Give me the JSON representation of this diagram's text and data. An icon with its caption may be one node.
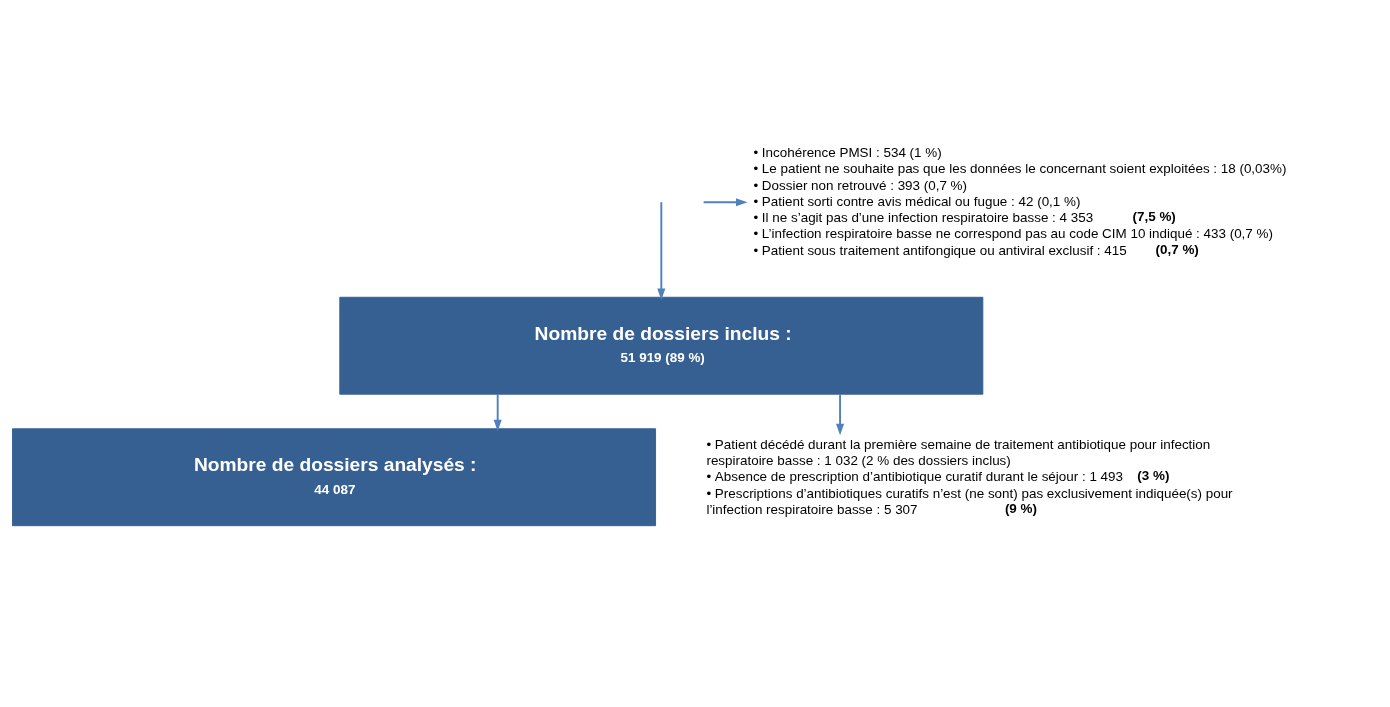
{
  "diagram": {
    "nodes": [
      {
        "text": [
          "Nombre de dossiers inclus :",
          "51 919 (89 %)"
        ]
      },
      {
        "text": [
          "Nombre de dossiers analysés :",
          "44 087"
        ]
      },
      {
        "text": [
          "• Incohérence PMSI : 534 (1 %)",
          "• Le patient ne souhaite pas que les données le concernant soient exploitées : 18 (0,03%)",
          "• Dossier non retrouvé : 393 (0,7 %)",
          "• Patient sorti contre avis médical ou fugue : 42 (0,1 %)",
          "• Il ne s’agit pas d’une infection respiratoire basse : 4 353 **(7,5 %)**",
          "• L’infection respiratoire basse ne correspond pas au code CIM 10 indiqué : 433 (0,7 %)",
          "• Patient sous traitement antifongique ou antiviral exclusif : 415 **(0,7 %)**"
        ]
      },
      {
        "text": [
          "• Patient décédé durant la première semaine de traitement antibiotique pour infection respiratoire basse : 1 032 (2 % des dossiers inclus)",
          "• Absence de prescription d’antibiotique curatif durant le séjour : 1 493 **(3 %)**",
          "• Prescriptions d’antibiotiques curatifs n’est (ne sont) pas exclusivement indiquée(s) pour l’infection respiratoire basse : 5 307 **(9 %)**"
        ]
      }
    ],
    "edges": [
      {
        "from": null,
        "to": 0,
        "arrow": "to"
      },
      {
        "from": null,
        "to": 2,
        "arrow": "to"
      },
      {
        "from": 0,
        "to": 1,
        "arrow": "to"
      },
      {
        "from": 0,
        "to": 3,
        "arrow": "to"
      }
    ]
  }
}
